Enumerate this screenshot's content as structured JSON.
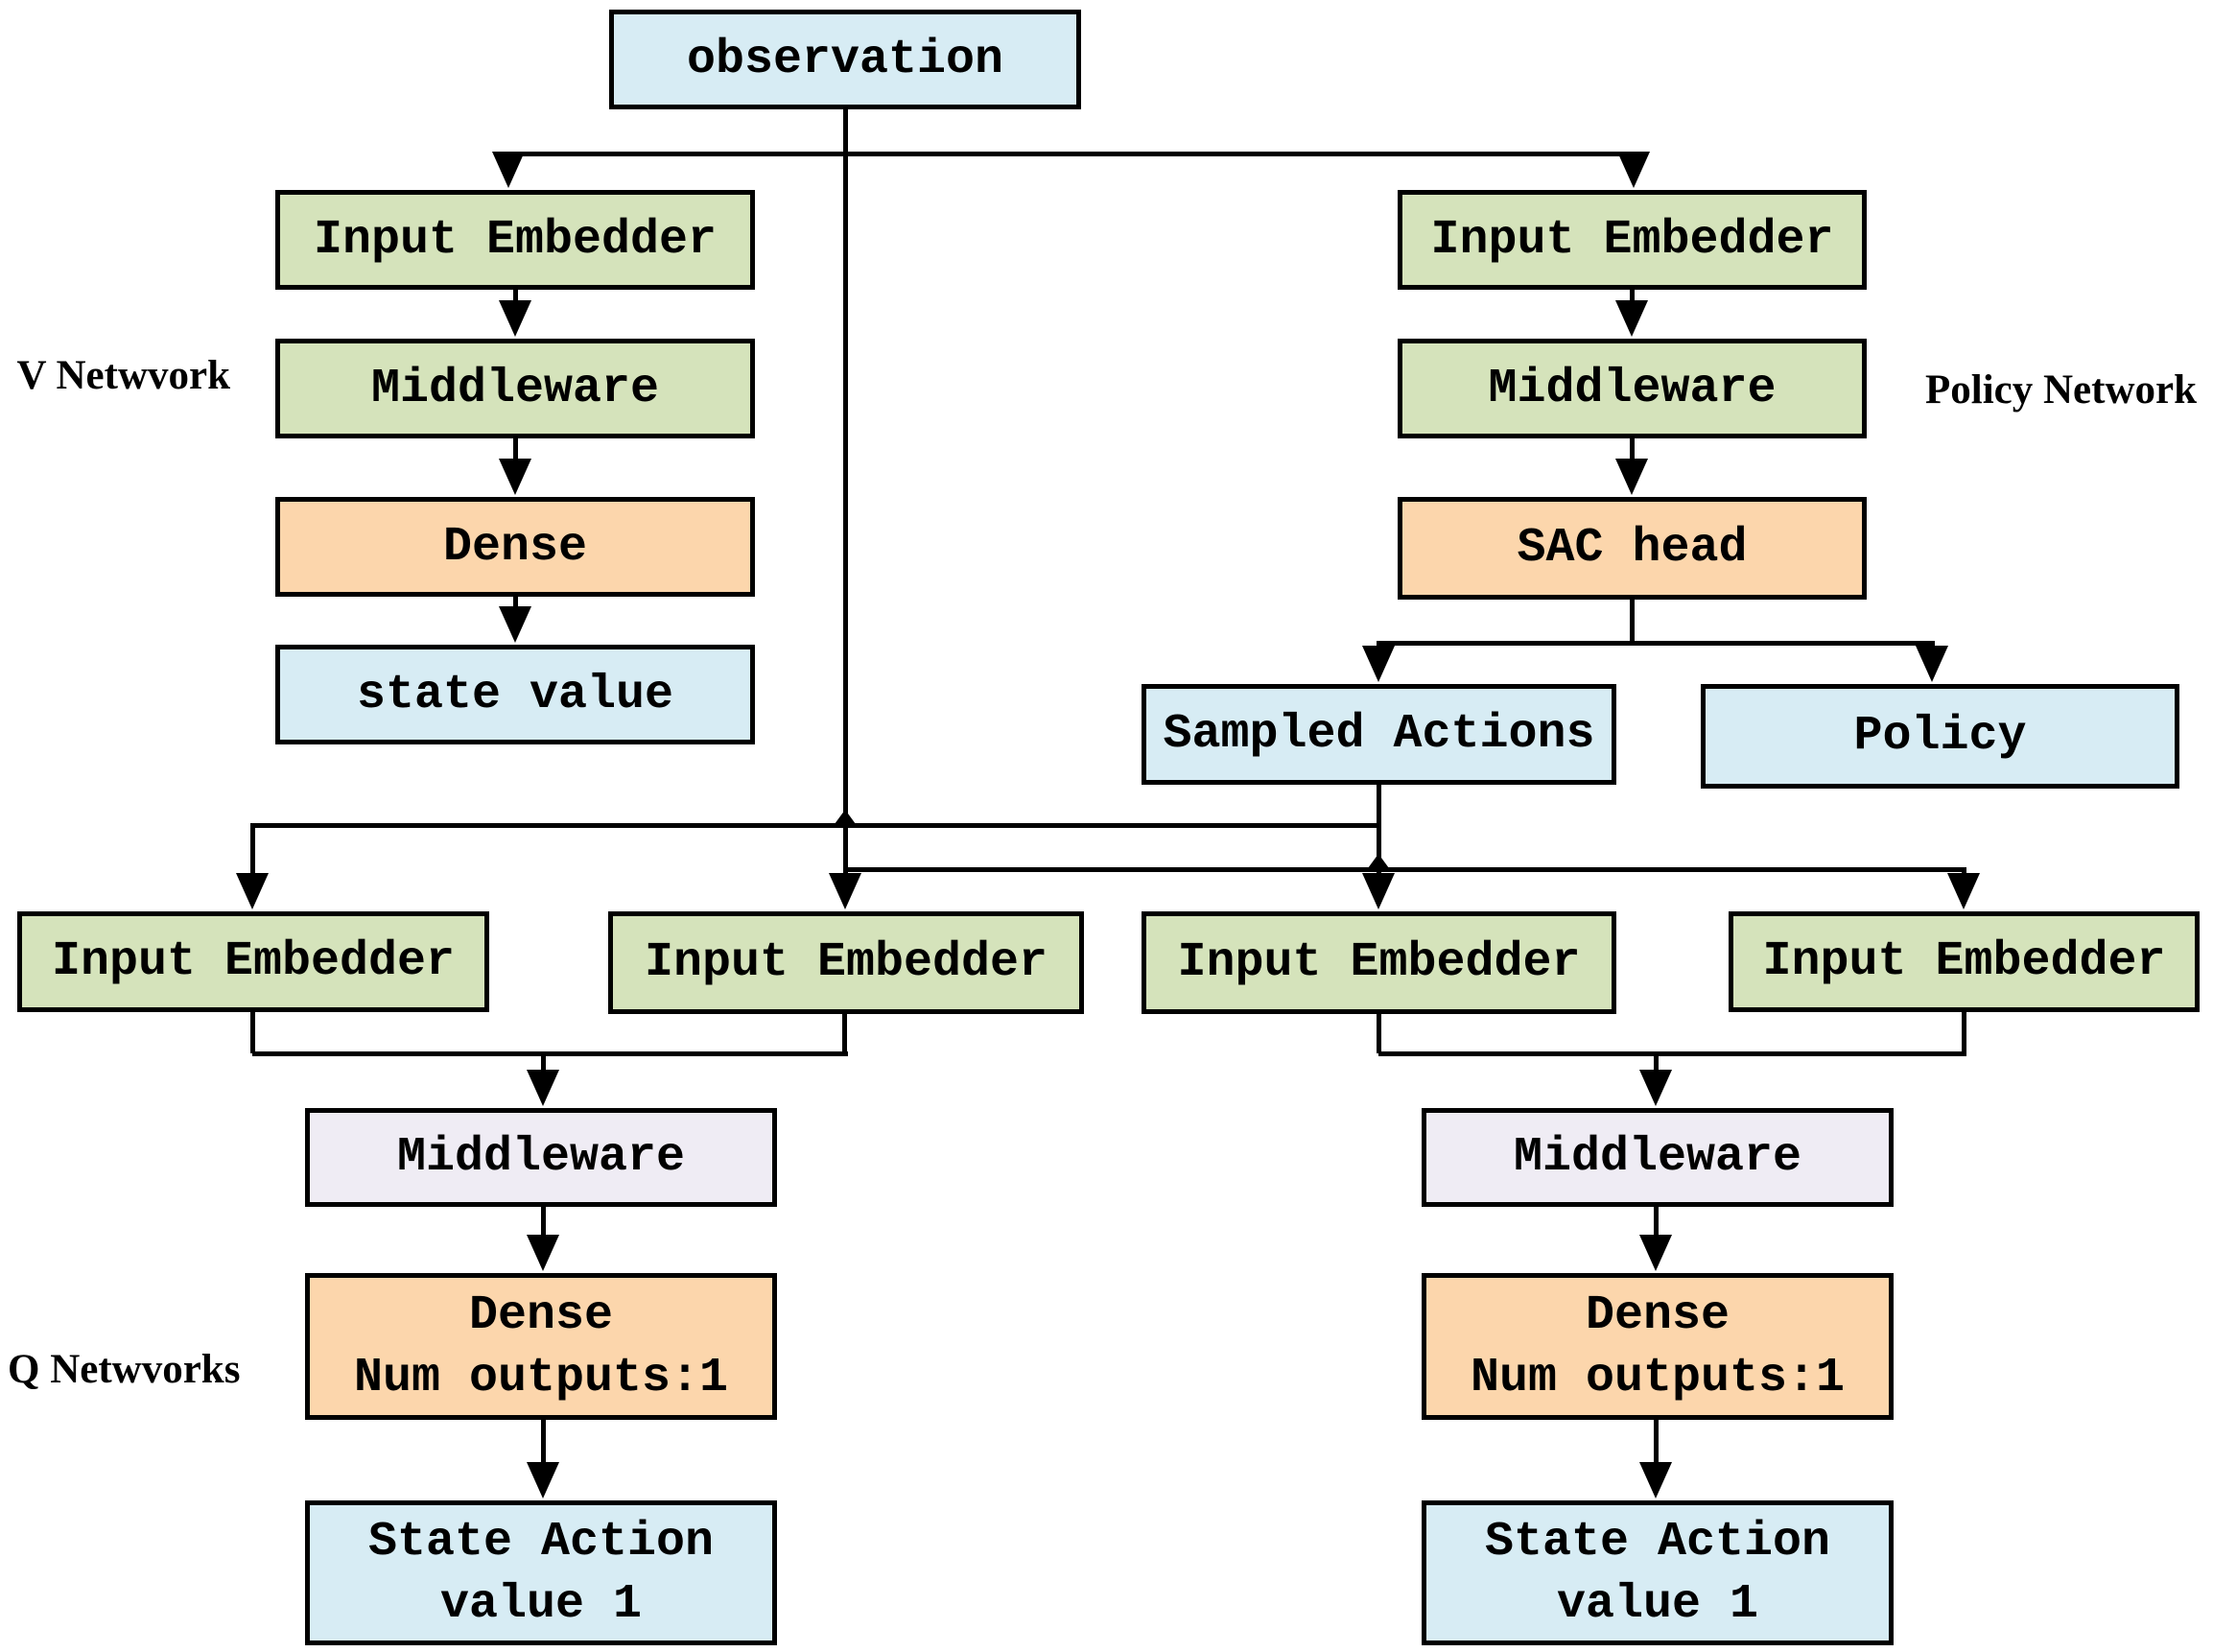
{
  "nodes": {
    "observation": "observation",
    "v_input_embedder": "Input Embedder",
    "v_middleware": "Middleware",
    "v_dense": "Dense",
    "state_value": "state value",
    "policy_input_embedder": "Input Embedder",
    "policy_middleware": "Middleware",
    "sac_head": "SAC head",
    "sampled_actions": "Sampled Actions",
    "policy_output": "Policy",
    "q1_input_embedder_left": "Input Embedder",
    "q1_input_embedder_right": "Input Embedder",
    "q2_input_embedder_left": "Input Embedder",
    "q2_input_embedder_right": "Input Embedder",
    "q1_middleware": "Middleware",
    "q2_middleware": "Middleware",
    "q1_dense": {
      "line1": "Dense",
      "line2": "Num outputs:1"
    },
    "q2_dense": {
      "line1": "Dense",
      "line2": "Num outputs:1"
    },
    "q1_output": {
      "line1": "State Action",
      "line2": "value 1"
    },
    "q2_output": {
      "line1": "State Action",
      "line2": "value 1"
    }
  },
  "labels": {
    "v_network": "V Netwvork",
    "policy_network": "Policy Network",
    "q_networks": "Q Netwvorks"
  },
  "colors": {
    "io_box": "#d7ecf4",
    "embedder_box": "#d5e3bb",
    "dense_box": "#fcd6ac",
    "q_middleware_box": "#efecf4",
    "line": "#000000",
    "background": "#ffffff"
  }
}
